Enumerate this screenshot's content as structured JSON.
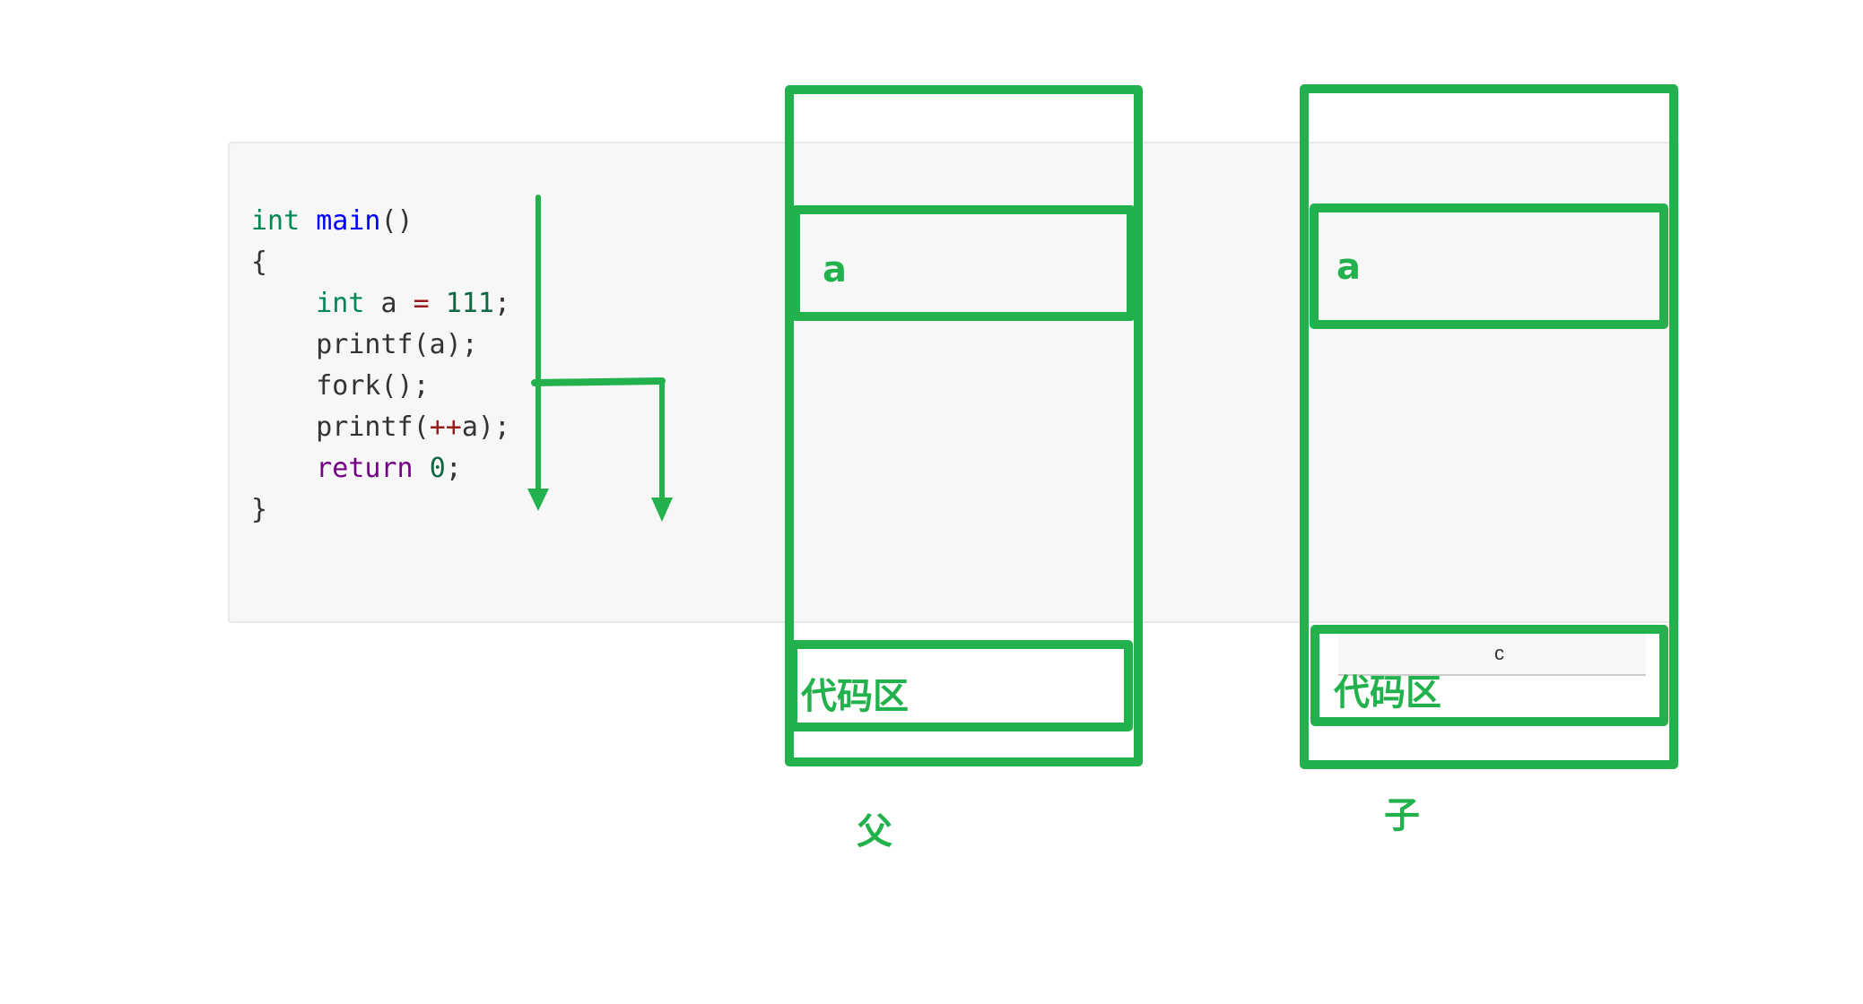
{
  "code": {
    "lines": [
      [
        {
          "t": "int",
          "c": "type"
        },
        {
          "t": " ",
          "c": "plain"
        },
        {
          "t": "main",
          "c": "fn"
        },
        {
          "t": "()",
          "c": "plain"
        }
      ],
      [
        {
          "t": "{",
          "c": "plain"
        }
      ],
      [
        {
          "t": "    ",
          "c": "plain"
        },
        {
          "t": "int",
          "c": "type"
        },
        {
          "t": " a ",
          "c": "plain"
        },
        {
          "t": "=",
          "c": "op"
        },
        {
          "t": " ",
          "c": "plain"
        },
        {
          "t": "111",
          "c": "num"
        },
        {
          "t": ";",
          "c": "plain"
        }
      ],
      [
        {
          "t": "    printf(a);",
          "c": "plain"
        }
      ],
      [
        {
          "t": "    fork();",
          "c": "plain"
        }
      ],
      [
        {
          "t": "    printf(",
          "c": "plain"
        },
        {
          "t": "++",
          "c": "op"
        },
        {
          "t": "a);",
          "c": "plain"
        }
      ],
      [
        {
          "t": "    ",
          "c": "plain"
        },
        {
          "t": "return",
          "c": "kw"
        },
        {
          "t": " ",
          "c": "plain"
        },
        {
          "t": "0",
          "c": "num"
        },
        {
          "t": ";",
          "c": "plain"
        }
      ],
      [
        {
          "t": "}",
          "c": "plain"
        }
      ]
    ]
  },
  "parent_process": {
    "var_label": "a",
    "code_label": "代码区",
    "caption": "父"
  },
  "child_process": {
    "var_label": "a",
    "code_label": "代码区",
    "caption": "子"
  },
  "remnant_text": "c",
  "colors": {
    "accent_green": "#22b14c",
    "code_background": "#f7f7f7",
    "type": "#008855",
    "function": "#0000ff",
    "keyword": "#770088",
    "operator": "#981a1a",
    "number": "#116644"
  }
}
